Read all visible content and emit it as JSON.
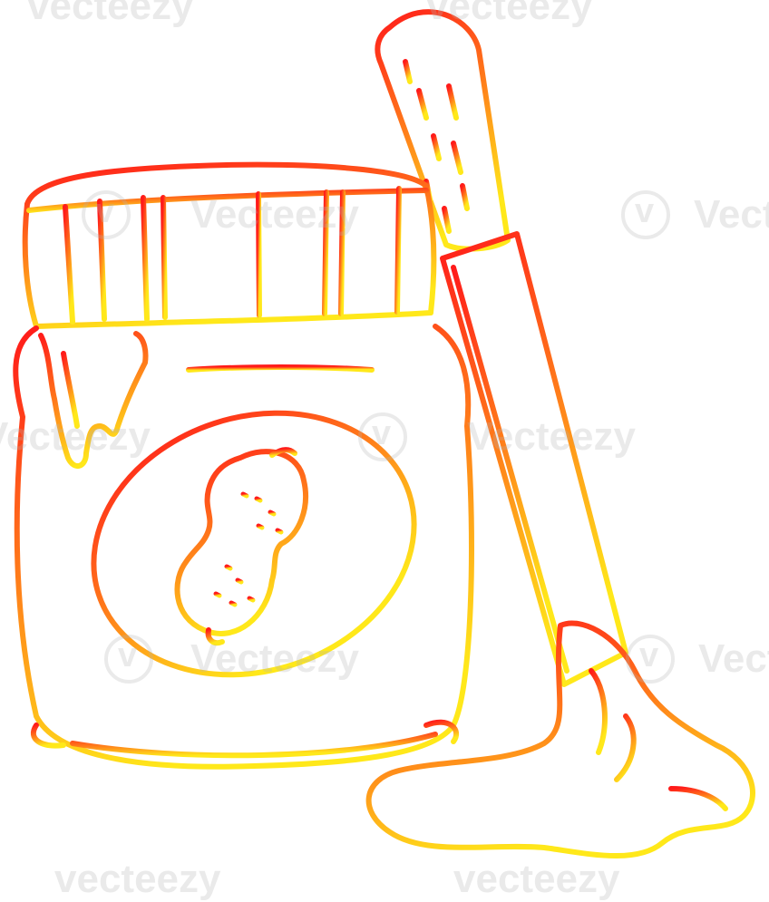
{
  "image": {
    "subject": "peanut-butter-jar-with-knife",
    "style": "line-drawing",
    "colors": {
      "gradient_top": "#ff1a1a",
      "gradient_mid": "#ff7a1a",
      "gradient_bottom": "#ffe81a",
      "background": "#ffffff"
    }
  },
  "watermark": {
    "text": "Vecteezy",
    "text_top": "vecteezy"
  }
}
